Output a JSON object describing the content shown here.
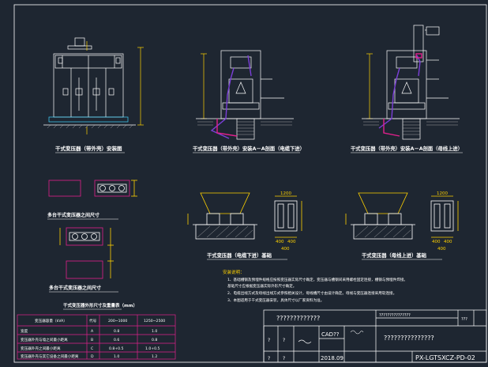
{
  "colors": {
    "background": "#1e2631",
    "line": "#ffffff",
    "dimension": "#ffd200",
    "magenta": "#e0208c",
    "purple": "#7b3fd8",
    "cyan": "#3fd4ff",
    "hatch": "#bfbfbf"
  },
  "drawing_titles": {
    "front": "干式变压器（带外壳）安装图",
    "section_bottom": "干式变压器（带外壳）安装A－A剖面（电缆下进）",
    "section_top": "干式变压器（带外壳）安装A－A剖面（母线上进）",
    "small_plan_1": "多台干式变压器之间尺寸",
    "small_plan_2": "多台干式变压器之间尺寸",
    "foundation_1": "干式变压器（电缆下进）基础",
    "foundation_2": "干式变压器（母线上进）基础",
    "table_title": "干式变压器外形尺寸及重量表（mm）"
  },
  "dims": {
    "d1200": "1200",
    "d400": "400",
    "d400b": "400",
    "d400c": "400",
    "d1200b": "1200",
    "d400d": "400",
    "d400e": "400",
    "d400f": "400"
  },
  "notes": {
    "heading": "安装说明：",
    "items": [
      "1、基础槽钢及预埋件规格应按照变压器实际尺寸确定，变压器与槽钢间采用螺栓固定连接，槽钢与预埋件焊接。",
      "   基础尺寸应根据变压器实际外形尺寸确定。",
      "2、电缆出线方式及母线出线方式参照相关设计，母线槽尺寸由设计确定。母线与变压器连接采用软连接。",
      "3、本图适用于干式变压器安装，具体尺寸以厂家资料为准。"
    ]
  },
  "table": {
    "header": [
      "变压器容量（kVA）",
      "代号",
      "200~1000",
      "1250~2500"
    ],
    "rows": [
      [
        "宽度",
        "A",
        "0.8",
        "1.0"
      ],
      [
        "变压器外壳与墙之间最小距离",
        "B",
        "0.6",
        "0.8"
      ],
      [
        "变压器外壳之间最小距离",
        "C",
        "0.8+0.5",
        "1.0+0.5"
      ],
      [
        "变压器外壳与其它设备之间最小距离",
        "D",
        "1.0",
        "1.2"
      ]
    ]
  },
  "title_block": {
    "project": "?????????????",
    "drawing_name": "???????????????",
    "company": "???????????????",
    "sheet": "???",
    "design": "?",
    "check": "?",
    "cad": "CAD??",
    "date": "2018.09",
    "drawing_no": "PX-LGTSXCZ-PD-02",
    "scale": "?",
    "review": "?"
  }
}
